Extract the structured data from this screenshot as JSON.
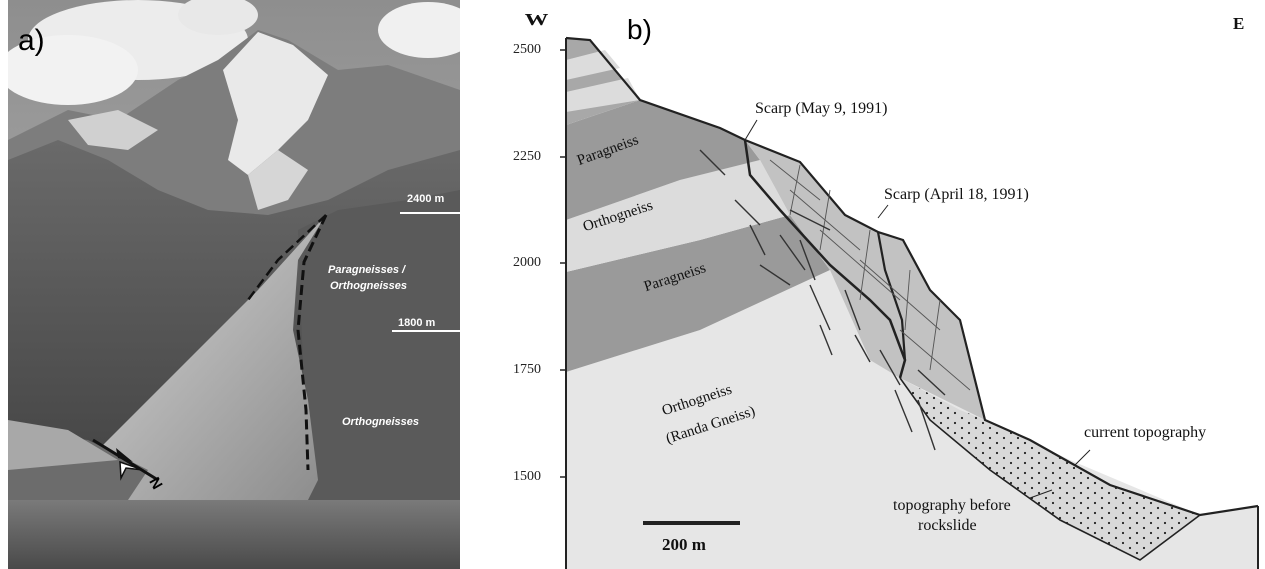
{
  "panel_a": {
    "label": "a)",
    "elevation_label_top": "2400 m",
    "elevation_label_mid": "1800 m",
    "unit_paragneisses": "Paragneisses /",
    "unit_orthogneisses_line2": "Orthogneisses",
    "unit_orthogneisses": "Orthogneisses",
    "north_label": "N"
  },
  "panel_b": {
    "label": "b)",
    "west_label": "W",
    "east_label": "E",
    "y_ticks": [
      "2500",
      "2250",
      "2000",
      "1750",
      "1500"
    ],
    "units": {
      "paragneiss_upper": "Paragneiss",
      "orthogneiss_band": "Orthogneiss",
      "paragneiss_lower": "Paragneiss",
      "orthogneiss_main_line1": "Orthogneiss",
      "orthogneiss_main_line2": "(Randa Gneiss)"
    },
    "annotations": {
      "scarp_may": "Scarp (May 9, 1991)",
      "scarp_april": "Scarp (April 18, 1991)",
      "current_topography": "current topography",
      "topo_before_line1": "topography before",
      "topo_before_line2": "rockslide"
    },
    "scale_bar_label": "200 m",
    "colors": {
      "paragneiss": "#9a9a9a",
      "orthogneiss_light": "#dcdcdc",
      "orthogneiss_main": "#e6e6e6",
      "scarp_block": "#c2c2c2",
      "line": "#222222"
    }
  }
}
